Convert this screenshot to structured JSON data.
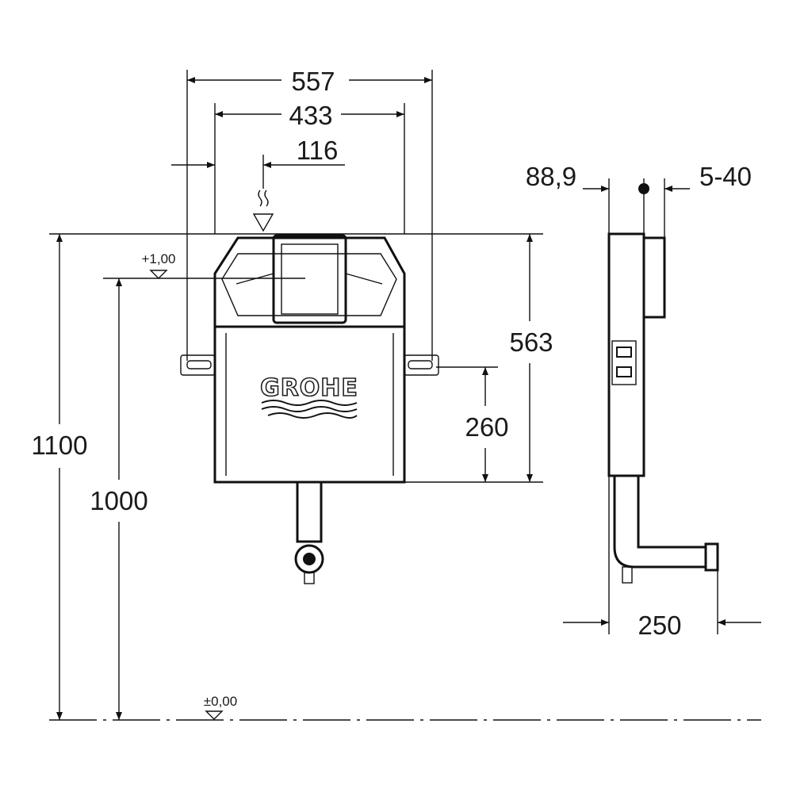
{
  "drawing": {
    "front_view": {
      "width_outer": "557",
      "width_frame": "433",
      "flush_offset": "116",
      "height_total": "1100",
      "height_cistern_base": "1000",
      "height_cistern": "563",
      "bracket_height": "260",
      "level_upper": "+1,00",
      "level_floor": "±0,00",
      "logo_text": "GROHE"
    },
    "side_view": {
      "pipe_diameter": "88,9",
      "wall_range": "5-40",
      "outlet_projection": "250"
    }
  }
}
